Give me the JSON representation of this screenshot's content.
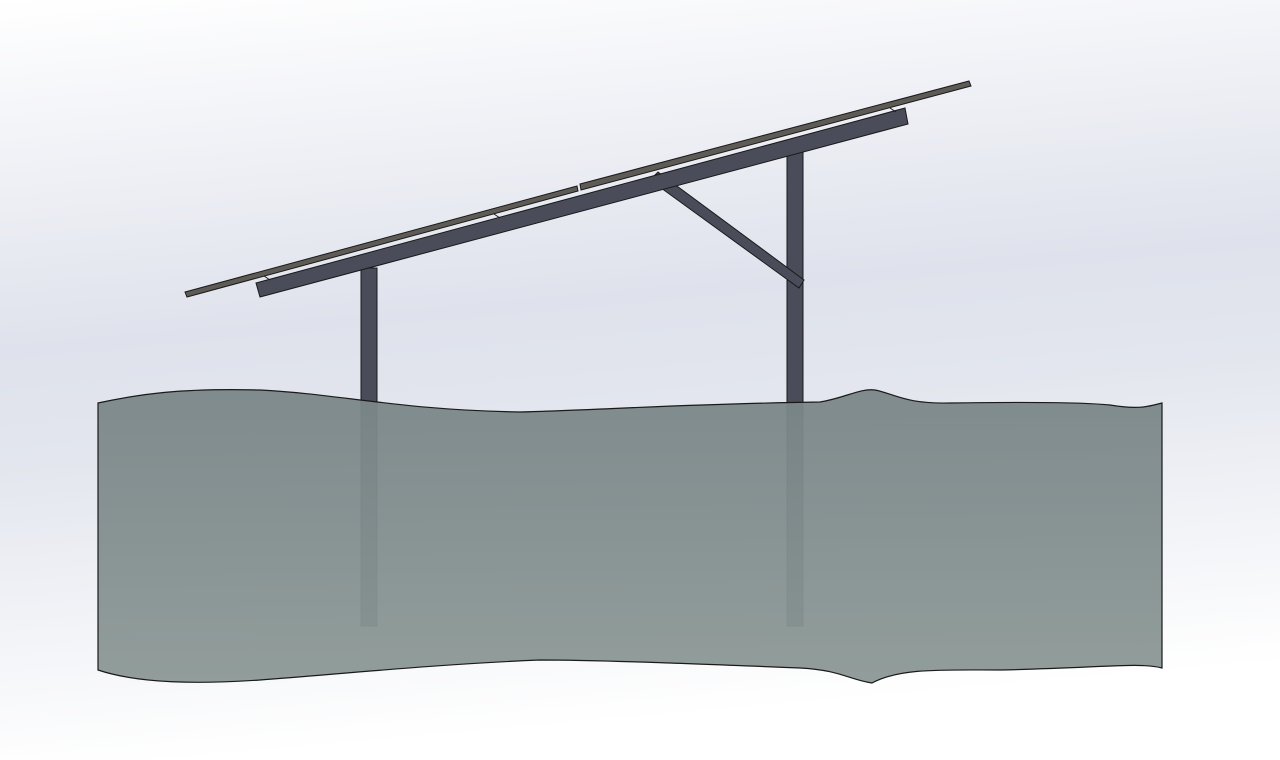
{
  "colors": {
    "background_top": "#ffffff",
    "background_mid": "#d9dce8",
    "steel": "#4a4c5a",
    "panel": "#5e5a55",
    "ground": "#7c8889",
    "outline": "#1a1a1a"
  },
  "scene": {
    "components": [
      "solar-panel",
      "support-beam",
      "front-post",
      "rear-post",
      "diagonal-brace",
      "ground-section"
    ]
  }
}
